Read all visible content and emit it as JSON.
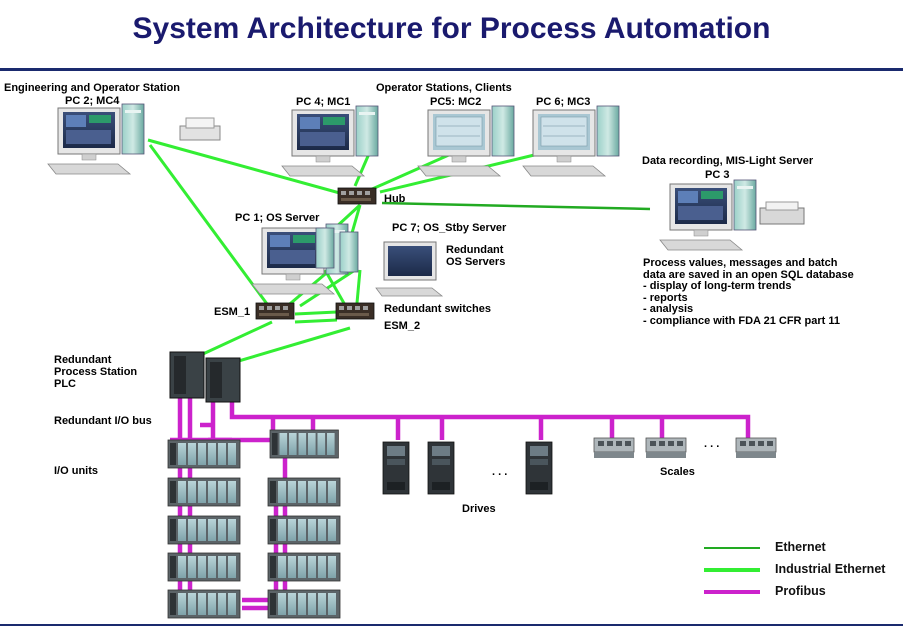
{
  "title": "System Architecture for Process Automation",
  "labels": {
    "eng_station": "Engineering and Operator Station",
    "pc2": "PC 2; MC4",
    "op_stations": "Operator Stations, Clients",
    "pc4": "PC 4; MC1",
    "pc5": "PC5: MC2",
    "pc6": "PC 6; MC3",
    "data_rec": "Data recording, MIS-Light Server",
    "pc3": "PC 3",
    "hub": "Hub",
    "pc1": "PC 1; OS Server",
    "pc7": "PC 7; OS_Stby Server",
    "redundant_os_1": "Redundant",
    "redundant_os_2": "OS Servers",
    "esm1": "ESM_1",
    "esm2": "ESM_2",
    "redundant_switches": "Redundant switches",
    "plc_1": "Redundant",
    "plc_2": "Process Station",
    "plc_3": "PLC",
    "io_bus": "Redundant I/O bus",
    "io_units": "I/O units",
    "drives": "Drives",
    "scales": "Scales",
    "dots1": ". . .",
    "dots2": ". . ."
  },
  "pc3_note": [
    "Process values, messages and batch",
    "data are saved in an open SQL database",
    "- display of long-term  trends",
    "- reports",
    "- analysis",
    "- compliance with FDA 21 CFR part 11"
  ],
  "legend": [
    {
      "label": "Ethernet",
      "color": "#22aa22"
    },
    {
      "label": "Industrial Ethernet",
      "color": "#33ee33"
    },
    {
      "label": "Profibus",
      "color": "#cc22cc"
    }
  ],
  "colors": {
    "title": "#1a1a6e",
    "rule": "#1a2a6e",
    "industrial_ethernet": "#33ee33",
    "ethernet": "#22aa22",
    "profibus": "#cc22cc"
  }
}
